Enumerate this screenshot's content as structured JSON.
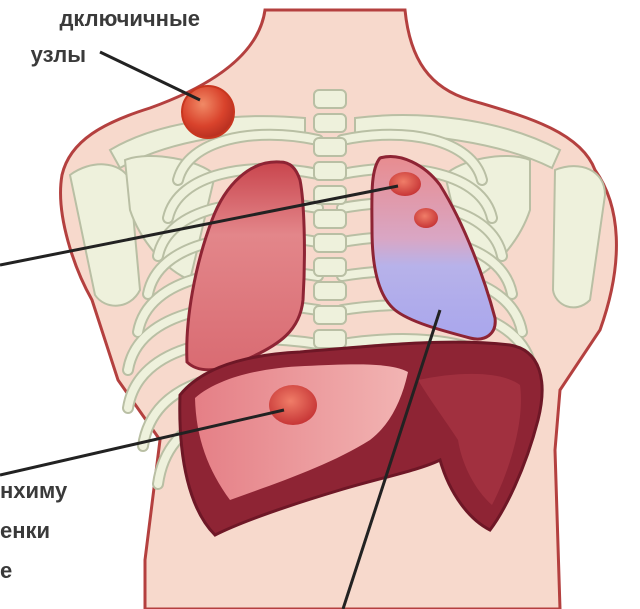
{
  "labels": {
    "supraclavicular_line1": "дключичные",
    "supraclavicular_line2": "узлы",
    "liver_line1": "нхиму",
    "liver_line2": "енки",
    "liver_line3": "е"
  },
  "colors": {
    "skin": "#f7d9cc",
    "skin_outline": "#b4403f",
    "bone": "#eef1dc",
    "bone_outline": "#b9bfa4",
    "lung": "#e3868a",
    "lung_dark": "#c9454d",
    "lung_effusion": "#b7b2ea",
    "liver": "#8e2434",
    "liver_light": "#e79498",
    "node": "#d9432c",
    "line": "#222222"
  }
}
